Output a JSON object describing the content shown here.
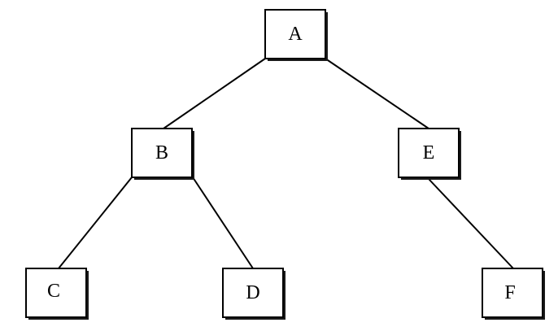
{
  "diagram": {
    "type": "tree",
    "nodes": [
      {
        "id": "A",
        "label": "A"
      },
      {
        "id": "B",
        "label": "B"
      },
      {
        "id": "E",
        "label": "E"
      },
      {
        "id": "C",
        "label": "C"
      },
      {
        "id": "D",
        "label": "D"
      },
      {
        "id": "F",
        "label": "F"
      }
    ],
    "edges": [
      {
        "from": "A",
        "to": "B"
      },
      {
        "from": "A",
        "to": "E"
      },
      {
        "from": "B",
        "to": "C"
      },
      {
        "from": "B",
        "to": "D"
      },
      {
        "from": "E",
        "to": "F"
      }
    ],
    "colors": {
      "stroke": "#000000",
      "fill": "#ffffff",
      "text": "#000000"
    }
  }
}
